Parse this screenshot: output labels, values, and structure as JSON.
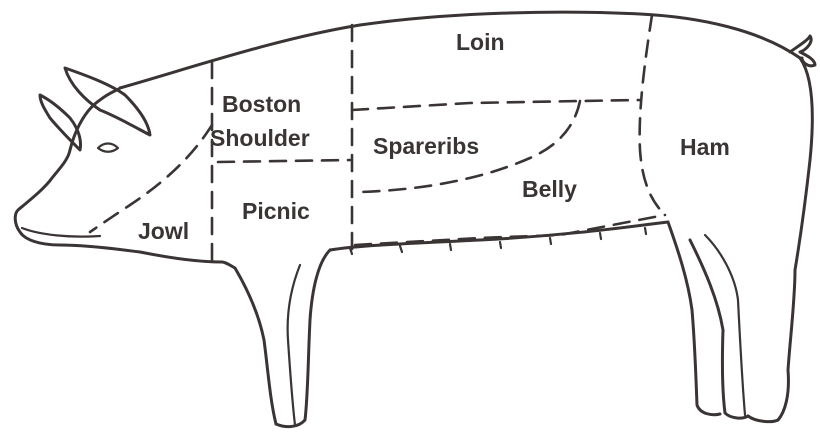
{
  "cuts": {
    "loin": "Loin",
    "boston_shoulder_line1": "Boston",
    "boston_shoulder_line2": "Shoulder",
    "spareribs": "Spareribs",
    "ham": "Ham",
    "belly": "Belly",
    "jowl": "Jowl",
    "picnic": "Picnic"
  },
  "colors": {
    "ink": "#3a3534",
    "paper": "#ffffff"
  }
}
